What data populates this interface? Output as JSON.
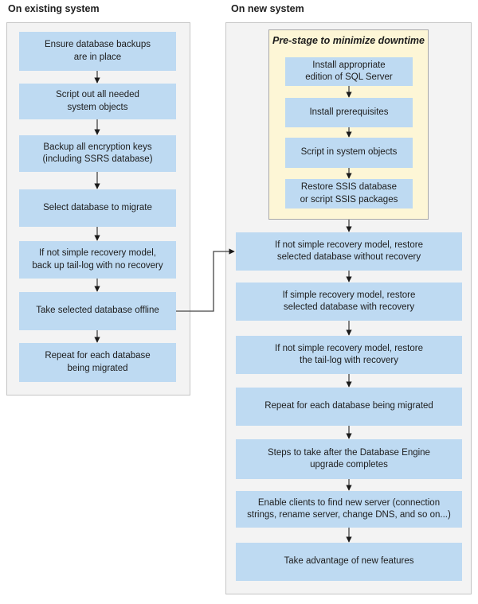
{
  "colors": {
    "page-bg": "#ffffff",
    "panel-bg": "#f3f3f3",
    "panel-border": "#c6c6c6",
    "step-bg": "#bedaf2",
    "prestage-bg": "#fdf6d6",
    "prestage-border": "#a9a9a9",
    "arrow-line": "#454545",
    "arrow-head": "#1a1a1a",
    "text": "#1d1d1d"
  },
  "existing": {
    "title": "On existing system",
    "steps": [
      "Ensure database backups\nare in place",
      "Script out all needed\nsystem objects",
      "Backup all encryption keys\n(including SSRS database)",
      "Select database to migrate",
      "If not simple recovery model,\nback up tail-log with no recovery",
      "Take selected database offline",
      "Repeat for each database\nbeing migrated"
    ]
  },
  "new_system": {
    "title": "On new system",
    "prestage": {
      "title": "Pre-stage to minimize downtime",
      "steps": [
        "Install appropriate\nedition of SQL Server",
        "Install prerequisites",
        "Script in system objects",
        "Restore SSIS database\nor script SSIS packages"
      ]
    },
    "steps": [
      "If not simple recovery model, restore\nselected database without recovery",
      "If simple recovery model, restore\nselected database with recovery",
      "If not simple recovery model, restore\nthe tail-log with recovery",
      "Repeat for each database being migrated",
      "Steps to take after the Database Engine\nupgrade completes",
      "Enable clients to find new server (connection\nstrings, rename server, change DNS, and so on...)",
      "Take advantage of new features"
    ]
  }
}
